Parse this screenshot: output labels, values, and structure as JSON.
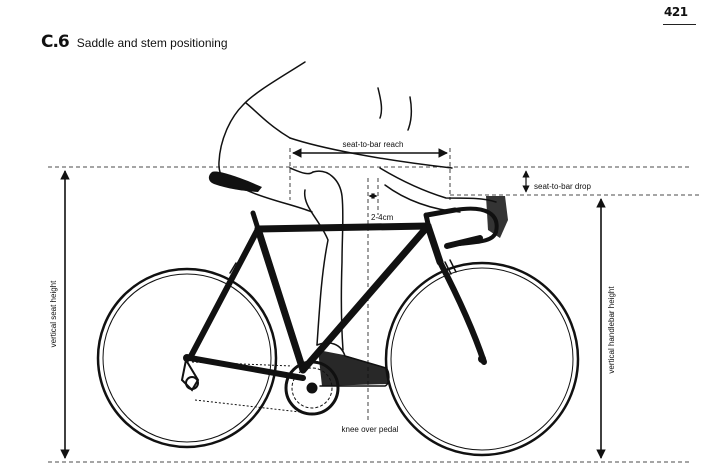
{
  "page": {
    "number": "421"
  },
  "heading": {
    "number": "C.6",
    "title": "Saddle and stem positioning"
  },
  "labels": {
    "seat_to_bar_reach": "seat-to-bar reach",
    "seat_to_bar_drop": "seat-to-bar drop",
    "knee_offset": "2-4cm",
    "knee_over_pedal": "knee over pedal",
    "vertical_seat_height": "vertical seat height",
    "vertical_handlebar_height": "vertical handlebar height"
  }
}
